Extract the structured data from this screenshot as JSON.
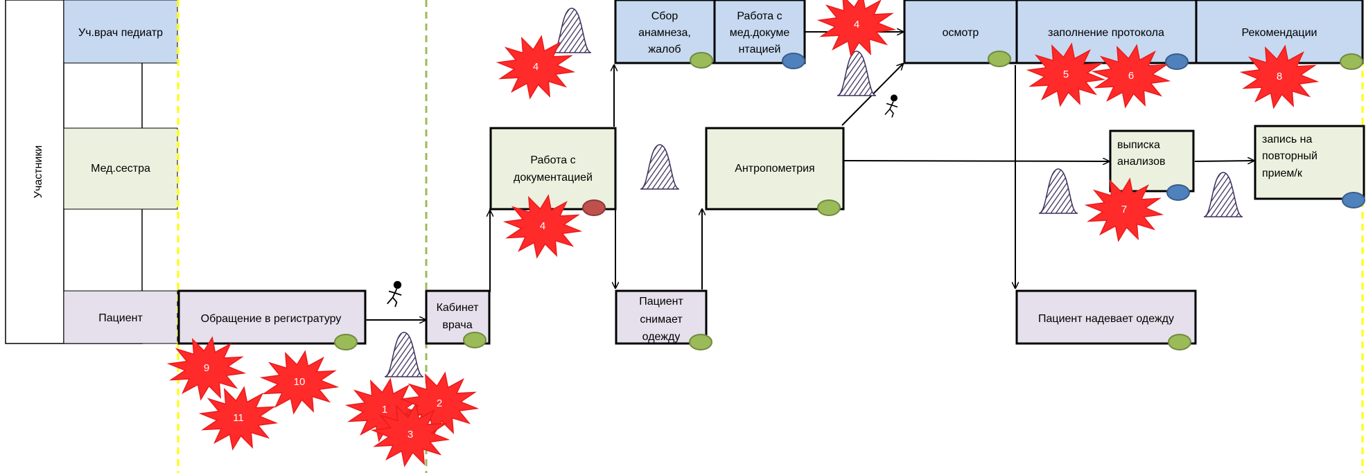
{
  "lanes": {
    "title": "Участники",
    "names": [
      "Уч.врач педиатр",
      "Мед.сестра",
      "Пациент"
    ]
  },
  "steps": {
    "registry": "Обращение в регистратуру",
    "doctor_office": [
      "Кабинет",
      "врача"
    ],
    "documentation": [
      "Работа с",
      "документацией"
    ],
    "undress": [
      "Пациент",
      "снимает",
      "одежду"
    ],
    "anamnesis": [
      "Сбор",
      "анамнеза,",
      "жалоб"
    ],
    "med_docs": [
      "Работа с",
      "мед.докуме",
      "нтацией"
    ],
    "anthropometry": "Антропометрия",
    "exam": "осмотр",
    "protocol": "заполнение протокола",
    "recommendations": "Рекомендации",
    "tests": [
      "выписка",
      "анализов"
    ],
    "appointment": [
      "запись на",
      "повторный",
      "прием/к"
    ],
    "dress": "Пациент надевает одежду"
  },
  "problems": [
    "1",
    "2",
    "3",
    "4",
    "4",
    "4",
    "5",
    "6",
    "7",
    "8",
    "9",
    "10",
    "11"
  ],
  "colors": {
    "doctor_fill": "#c6d9f0",
    "nurse_fill": "#ebf1de",
    "patient_fill": "#e5e0ec",
    "status_green": "#9bbb59",
    "status_blue": "#4f81bd",
    "status_red": "#c0504d",
    "burst": "#ff2a2a",
    "yellow_line": "#ffff00",
    "green_line": "#9bbb59",
    "hatch": "#3d2f5b"
  }
}
